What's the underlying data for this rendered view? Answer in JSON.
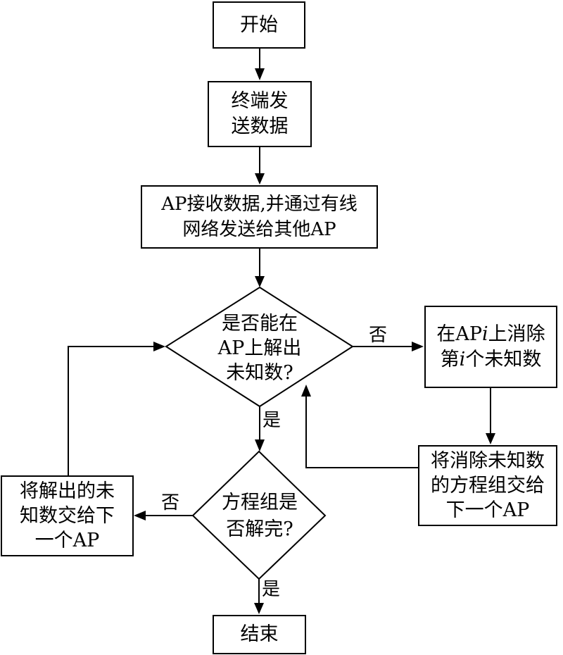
{
  "nodes": {
    "start": {
      "lines": [
        "开始"
      ]
    },
    "terminal_send": {
      "lines": [
        "终端发",
        "送数据"
      ]
    },
    "ap_receive": {
      "lines": [
        "AP接收数据,并通过有线",
        "网络发送给其他AP"
      ]
    },
    "decision_solve": {
      "lines": [
        "是否能在",
        "AP上解出",
        "未知数?"
      ]
    },
    "eliminate": {
      "lines": [
        "在APi上消除",
        "第i个未知数"
      ]
    },
    "pass_eliminated": {
      "lines": [
        "将消除未知数",
        "的方程组交给",
        "下一个AP"
      ]
    },
    "decision_done": {
      "lines": [
        "方程组是",
        "否解完?"
      ]
    },
    "pass_solved": {
      "lines": [
        "将解出的未",
        "知数交给下",
        "一个AP"
      ]
    },
    "end": {
      "lines": [
        "结束"
      ]
    }
  },
  "edge_labels": {
    "decision_solve_no": "否",
    "decision_solve_yes": "是",
    "decision_done_no": "否",
    "decision_done_yes": "是"
  }
}
